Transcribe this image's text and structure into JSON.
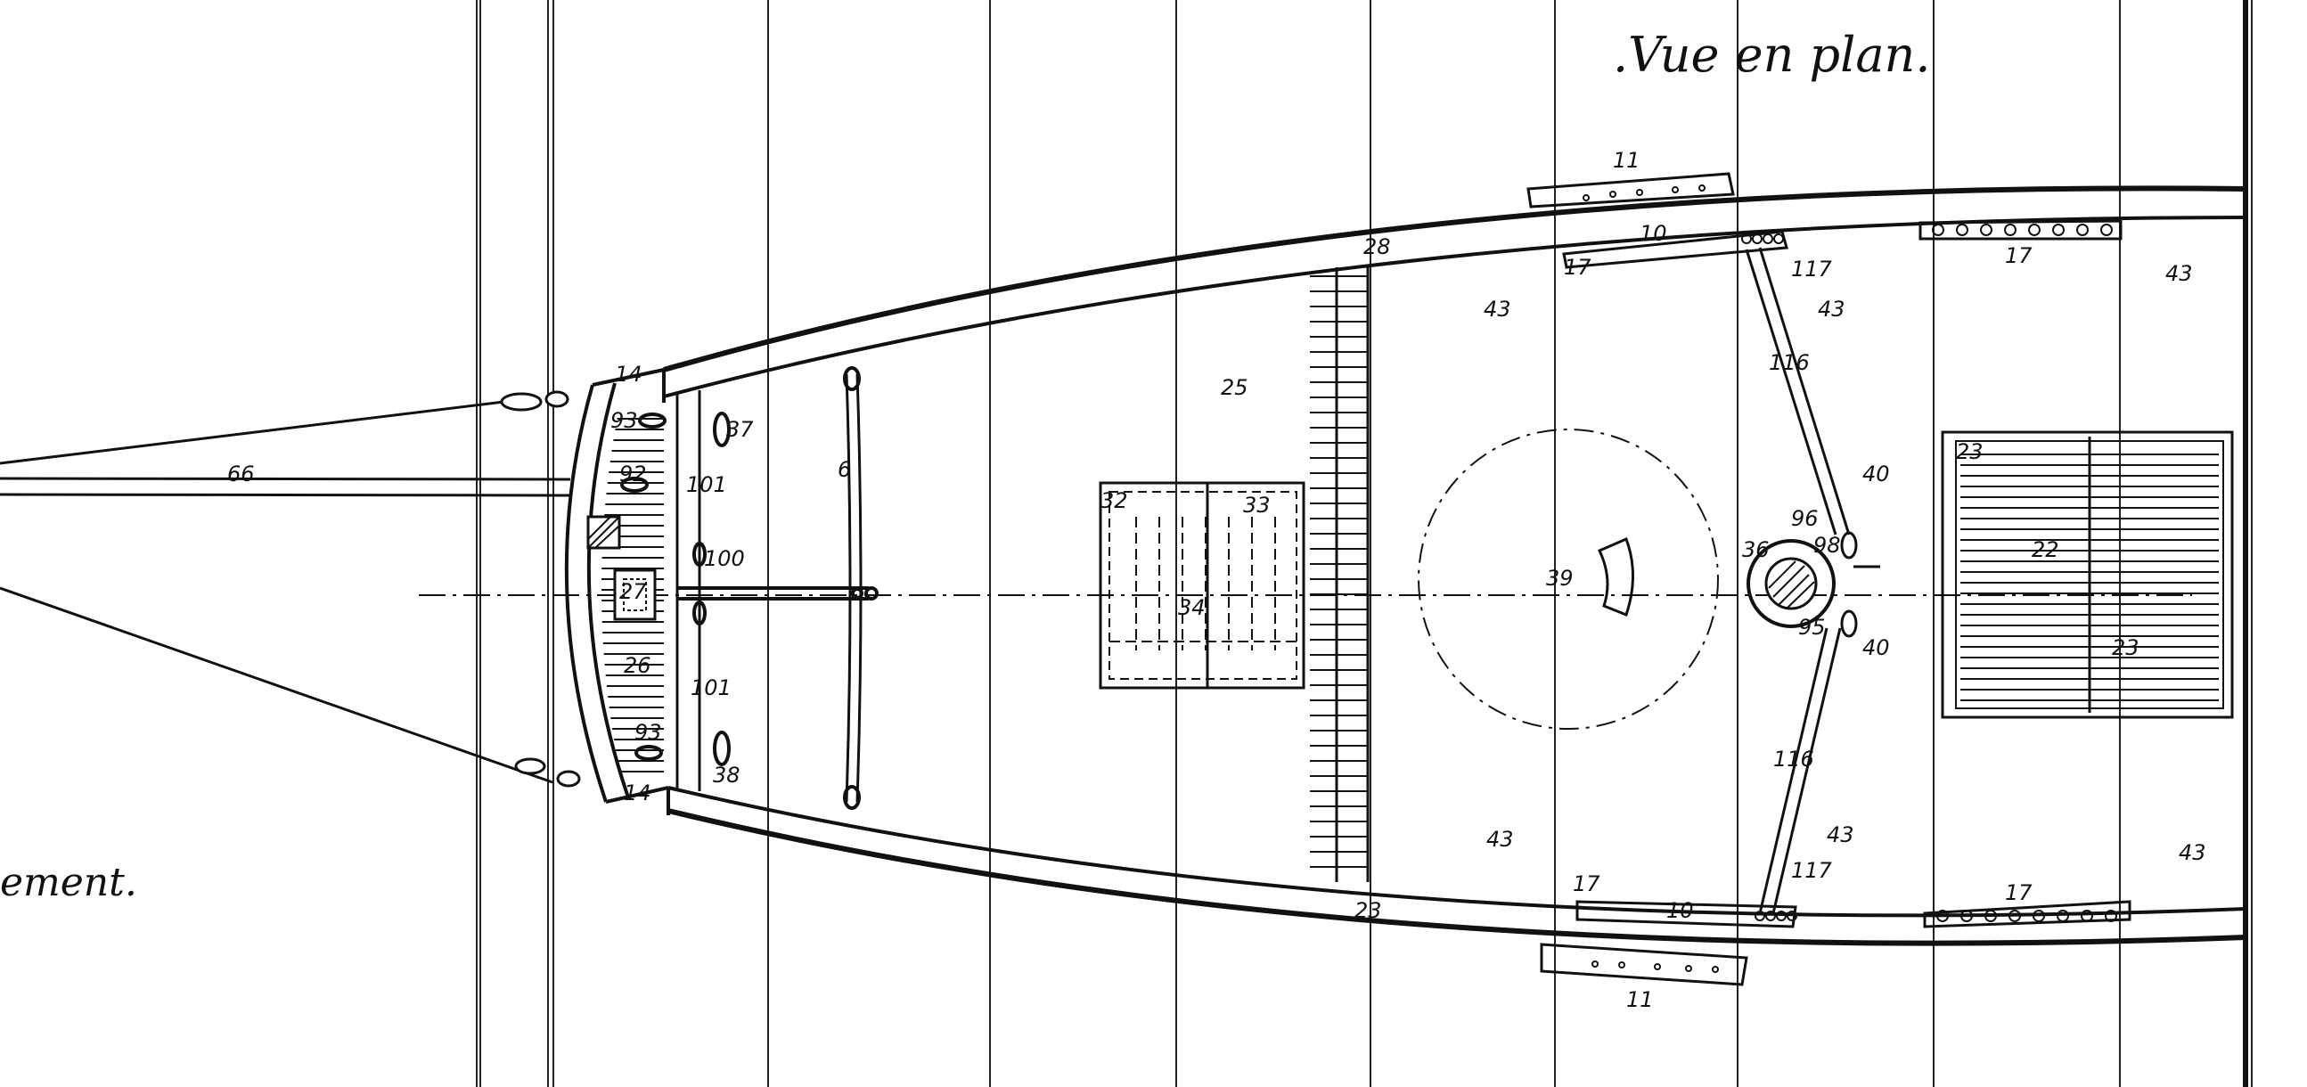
{
  "title": ".Vue en plan.",
  "side_caption": "ement.",
  "labels": {
    "l11_top": "11",
    "l11_bottom": "11",
    "l10_top": "10",
    "l10_bottom": "10",
    "l17_a": "17",
    "l17_b": "17",
    "l17_c": "17",
    "l17_d": "17",
    "l117_top": "117",
    "l117_bottom": "117",
    "l28": "28",
    "l23": "23",
    "l25": "25",
    "l43_a": "43",
    "l43_b": "43",
    "l43_c": "43",
    "l43_d": "43",
    "l43_e": "43",
    "l43_f": "43",
    "l116_top": "116",
    "l116_bottom": "116",
    "l14_top": "14",
    "l14_bottom": "14",
    "l93_top": "93",
    "l93_bottom": "93",
    "l92": "92",
    "l37": "37",
    "l38": "38",
    "l101_top": "101",
    "l101_bottom": "101",
    "l100": "100",
    "l6": "6",
    "l66": "66",
    "l27": "27",
    "l26": "26",
    "l32": "32",
    "l33": "33",
    "l34": "34",
    "l39": "39",
    "l36": "36",
    "l96": "96",
    "l98": "98",
    "l95": "95",
    "l40_top": "40",
    "l40_bottom": "40",
    "l23_a": "23",
    "l22": "22",
    "l23_b": "23"
  },
  "frame_columns": [
    0.208,
    0.24,
    0.333,
    0.429,
    0.51,
    0.594,
    0.674,
    0.753,
    0.838,
    0.919,
    0.976
  ],
  "hatch_rows": 40
}
